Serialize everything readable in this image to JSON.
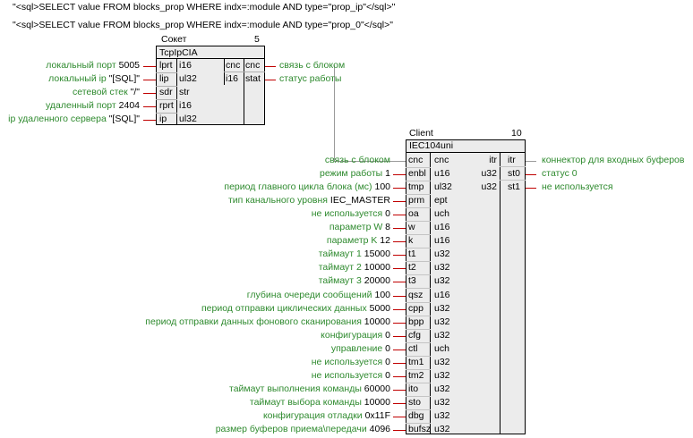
{
  "sql": {
    "line1": "\"<sql>SELECT value FROM blocks_prop WHERE indx=:module AND type=\"prop_ip\"</sql>\"",
    "line2": "\"<sql>SELECT value FROM blocks_prop WHERE indx=:module AND type=\"prop_0\"</sql>\""
  },
  "socket_block": {
    "caption": "Сокет",
    "number": "5",
    "title": "TcpIpCIA",
    "inputs": [
      {
        "label": "локальный порт",
        "value": "5005",
        "pin": "lprt",
        "type": "i16"
      },
      {
        "label": "локальный ip",
        "value": "\"[SQL]\"",
        "pin": "lip",
        "type": "ul32"
      },
      {
        "label": "сетевой стек",
        "value": "\"/\"",
        "pin": "sdr",
        "type": "str"
      },
      {
        "label": "удаленный порт",
        "value": "2404",
        "pin": "rprt",
        "type": "i16"
      },
      {
        "label": "ip удаленного сервера",
        "value": "\"[SQL]\"",
        "pin": "ip",
        "type": "ul32"
      }
    ],
    "outputs": [
      {
        "type": "cnc",
        "pin": "cnc",
        "label": "связь с блоком"
      },
      {
        "type": "i16",
        "pin": "stat",
        "label": "статус работы"
      }
    ]
  },
  "client_block": {
    "caption": "Client",
    "number": "10",
    "title": "IEC104uni",
    "inputs": [
      {
        "label": "связь с блоком",
        "value": "",
        "pin": "cnc",
        "type": "cnc"
      },
      {
        "label": "режим работы",
        "value": "1",
        "pin": "enbl",
        "type": "u16"
      },
      {
        "label": "период главного цикла блока (мс)",
        "value": "100",
        "pin": "tmp",
        "type": "ul32"
      },
      {
        "label": "тип канального уровня",
        "value": "IEC_MASTER",
        "pin": "prm",
        "type": "ept"
      },
      {
        "label": "не используется",
        "value": "0",
        "pin": "oa",
        "type": "uch"
      },
      {
        "label": "параметр W",
        "value": "8",
        "pin": "w",
        "type": "u16"
      },
      {
        "label": "параметр K",
        "value": "12",
        "pin": "k",
        "type": "u16"
      },
      {
        "label": "таймаут 1",
        "value": "15000",
        "pin": "t1",
        "type": "u32"
      },
      {
        "label": "таймаут 2",
        "value": "10000",
        "pin": "t2",
        "type": "u32"
      },
      {
        "label": "таймаут 3",
        "value": "20000",
        "pin": "t3",
        "type": "u32"
      },
      {
        "label": "глубина очереди сообщений",
        "value": "100",
        "pin": "qsz",
        "type": "u16"
      },
      {
        "label": "период отправки циклических данных",
        "value": "5000",
        "pin": "cpp",
        "type": "u32"
      },
      {
        "label": "период отправки данных фонового сканирования",
        "value": "10000",
        "pin": "bpp",
        "type": "u32"
      },
      {
        "label": "конфигурация",
        "value": "0",
        "pin": "cfg",
        "type": "u32"
      },
      {
        "label": "управление",
        "value": "0",
        "pin": "ctl",
        "type": "uch"
      },
      {
        "label": "не используется",
        "value": "0",
        "pin": "tm1",
        "type": "u32"
      },
      {
        "label": "не используется",
        "value": "0",
        "pin": "tm2",
        "type": "u32"
      },
      {
        "label": "таймаут выполнения команды",
        "value": "60000",
        "pin": "ito",
        "type": "u32"
      },
      {
        "label": "таймаут выбора команды",
        "value": "10000",
        "pin": "sto",
        "type": "u32"
      },
      {
        "label": "конфигурация отладки",
        "value": "0x11F",
        "pin": "dbg",
        "type": "u32"
      },
      {
        "label": "размер буферов приема\\передачи",
        "value": "4096",
        "pin": "bufsz",
        "type": "u32"
      }
    ],
    "outputs": [
      {
        "type": "itr",
        "pin": "itr",
        "label": "коннектор для входных буферов"
      },
      {
        "type": "u32",
        "pin": "st0",
        "label": "статус 0"
      },
      {
        "type": "u32",
        "pin": "st1",
        "label": "не используется"
      }
    ]
  },
  "colors": {
    "label_green": "#2e8a2e",
    "wire_red": "#c00000",
    "link_gray": "#9a9a9a",
    "block_fill": "#ececec"
  }
}
